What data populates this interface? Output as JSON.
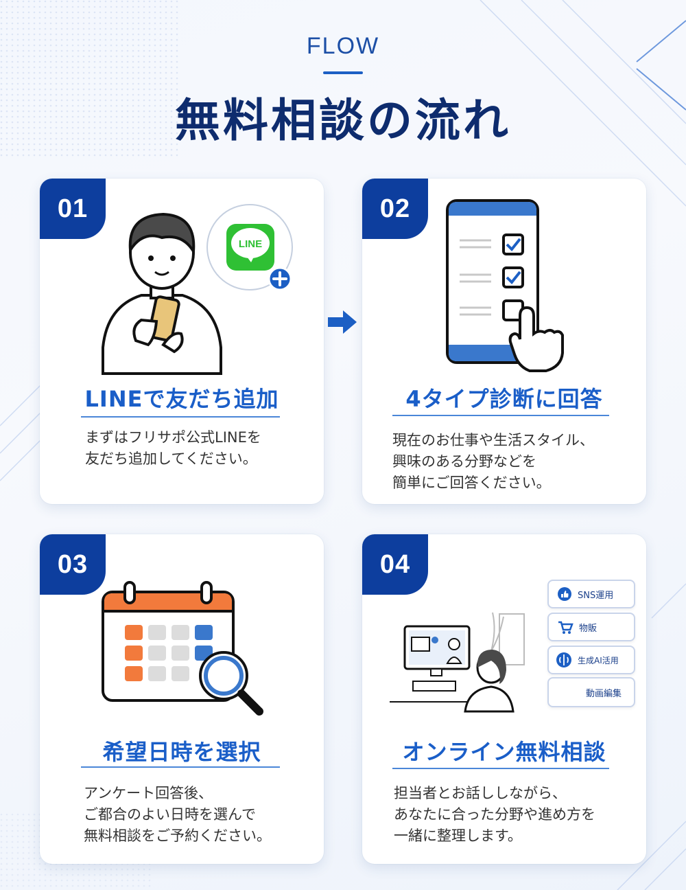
{
  "header": {
    "eyebrow": "FLOW",
    "title": "無料相談の流れ"
  },
  "colors": {
    "navy": "#0d3e9e",
    "title_navy": "#0e2c6e",
    "accent_blue": "#1a5ec8",
    "line_green": "#2fc034",
    "calendar_orange": "#f27a3c"
  },
  "steps": [
    {
      "number": "01",
      "title": "LINEで友だち追加",
      "description": "まずはフリサポ公式LINEを\n友だち追加してください。",
      "icon": "person-with-phone-icon",
      "badge_icon_text": "LINE"
    },
    {
      "number": "02",
      "title": "4タイプ診断に回答",
      "description": "現在のお仕事や生活スタイル、\n興味のある分野などを\n簡単にご回答ください。",
      "icon": "checklist-phone-icon"
    },
    {
      "number": "03",
      "title": "希望日時を選択",
      "description": "アンケート回答後、\nご都合のよい日時を選んで\n無料相談をご予約ください。",
      "icon": "calendar-search-icon"
    },
    {
      "number": "04",
      "title": "オンライン無料相談",
      "description": "担当者とお話ししながら、\nあなたに合った分野や進め方を\n一緒に整理します。",
      "icon": "online-meeting-icon",
      "tags": [
        "SNS運用",
        "物販",
        "生成AI活用",
        "動画編集"
      ]
    }
  ]
}
